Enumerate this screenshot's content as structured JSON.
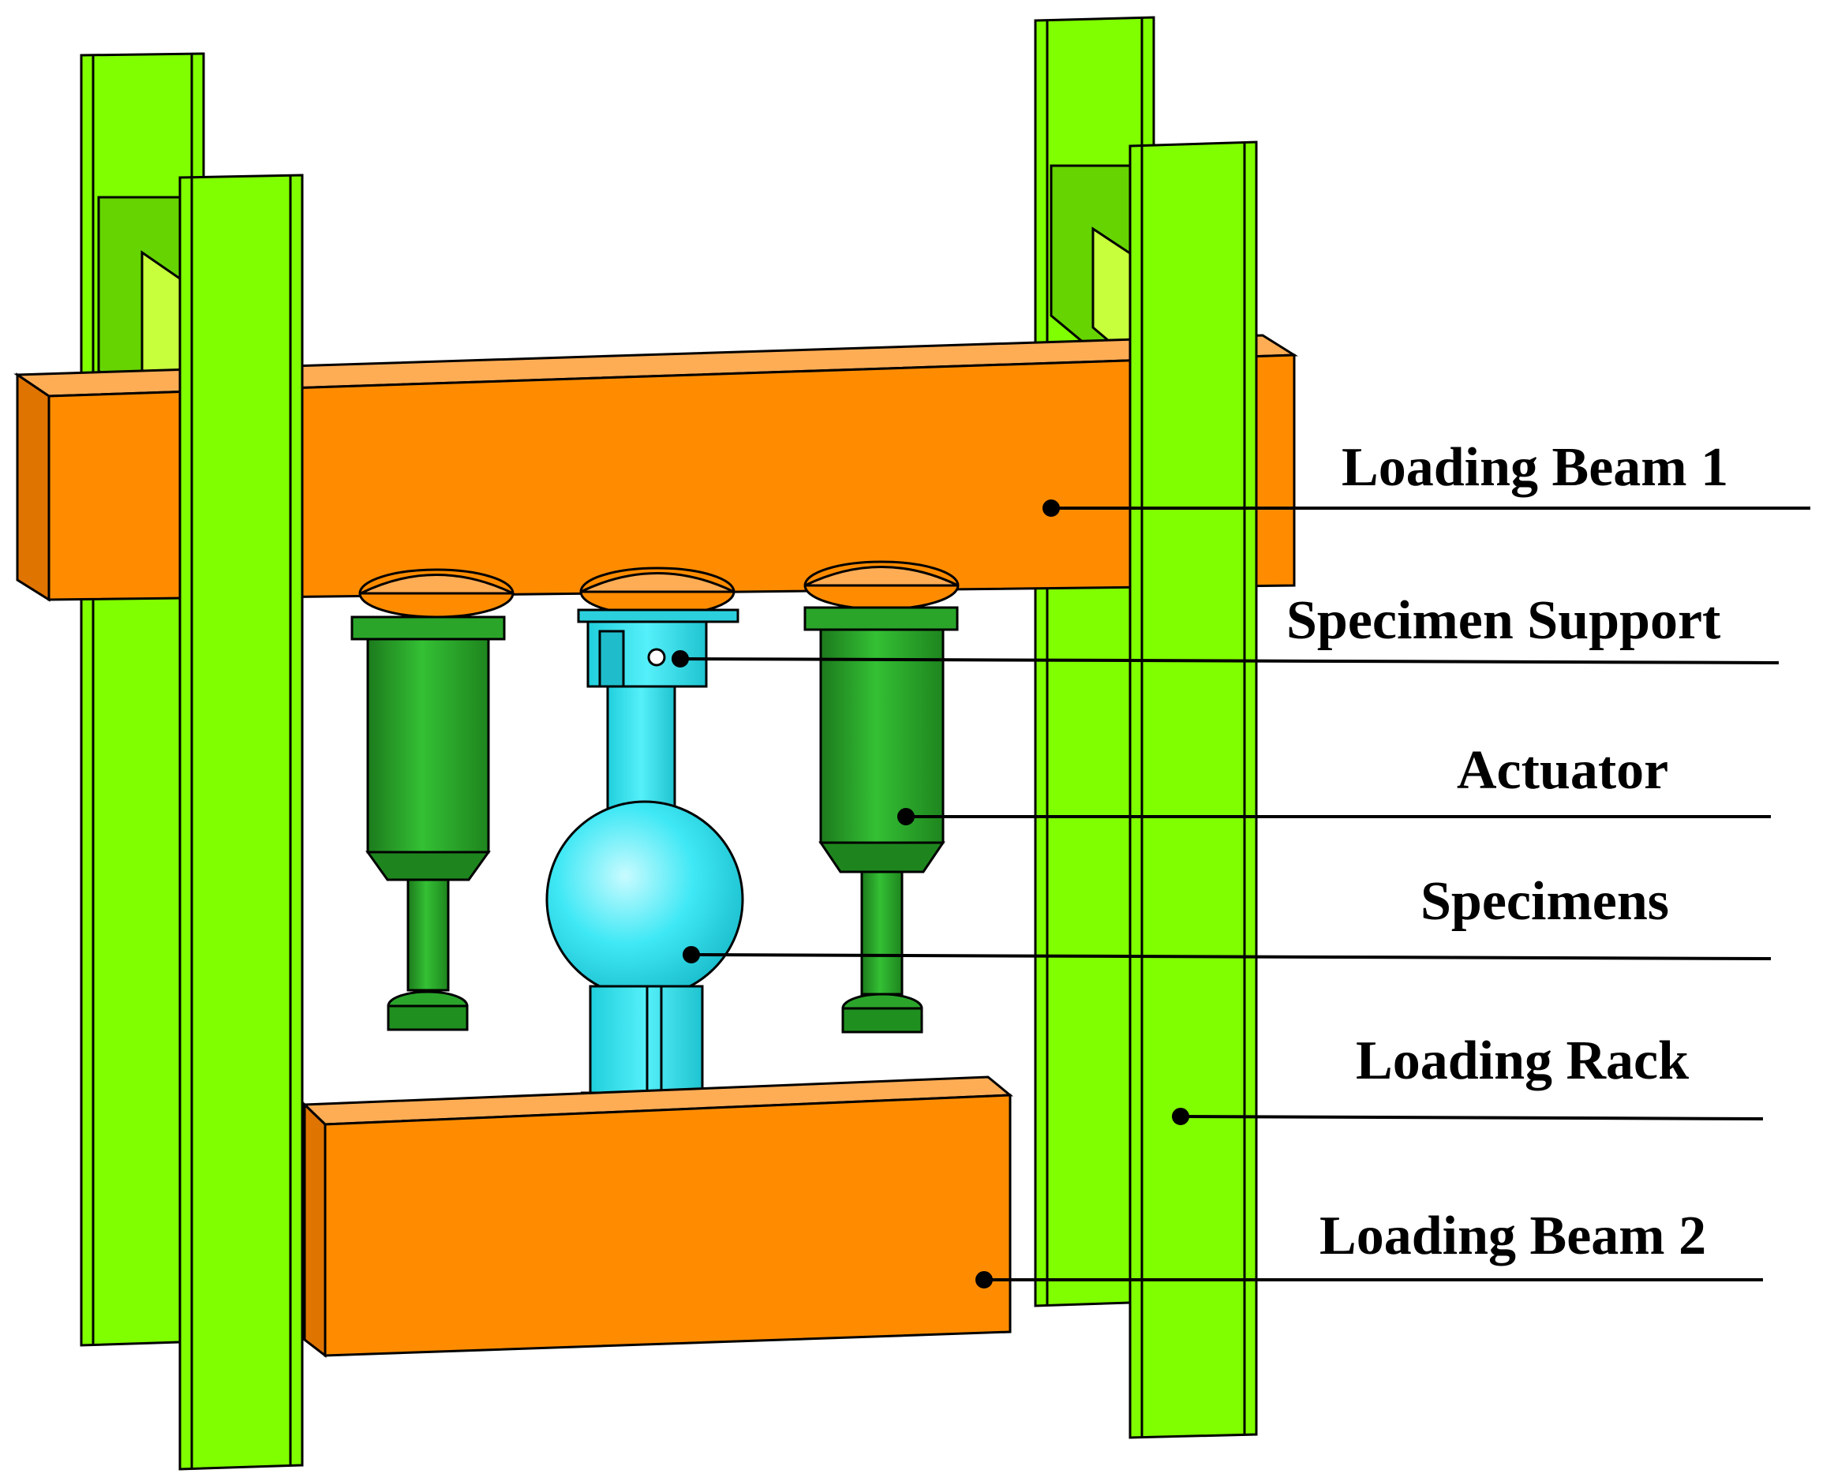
{
  "labels": {
    "loading_beam_1": "Loading Beam 1",
    "specimen_support": "Specimen Support",
    "actuator": "Actuator",
    "specimens": "Specimens",
    "loading_rack": "Loading Rack",
    "loading_beam_2": "Loading Beam 2"
  },
  "colors": {
    "rack_green": "#80ff00",
    "beam_orange": "#ff8c00",
    "actuator_green": "#2aa52a",
    "specimen_cyan": "#33e6f2",
    "outline": "#000000",
    "background": "#ffffff"
  }
}
